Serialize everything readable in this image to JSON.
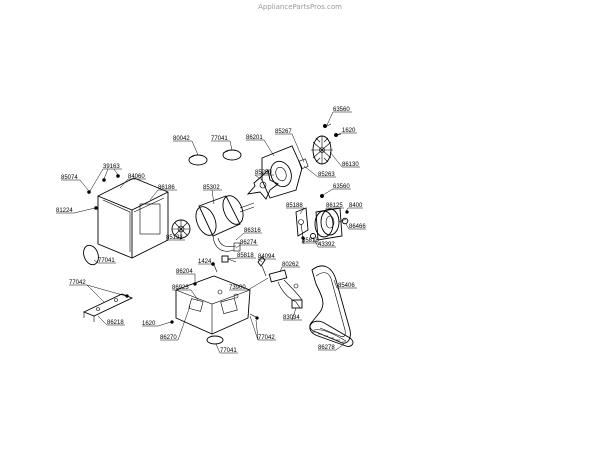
{
  "watermark": "AppliancePartsPros.com",
  "labels": {
    "l63560a": "63560",
    "l1620a": "1620",
    "l80042": "80042",
    "l77041a": "77041",
    "l86201": "86201",
    "l85267": "85267",
    "l86130": "86130",
    "l85263": "85263",
    "l39163": "39163",
    "l85074": "85074",
    "l84060": "84060",
    "l86186": "86186",
    "l85302": "85302",
    "l85250": "85250",
    "l63560b": "63560",
    "l85188": "85188",
    "l86125": "86125",
    "l8400": "8400",
    "l81224": "81224",
    "l86316": "86316",
    "l85132": "85132",
    "l86274": "86274",
    "l35818": "35818",
    "l43392": "43392",
    "l86466": "86466",
    "l77041b": "77041",
    "l85818": "85818",
    "l84094": "84094",
    "l1424": "1424",
    "l80262": "80262",
    "l86204": "86204",
    "l77042a": "77042",
    "l85406": "85406",
    "l73900": "73900",
    "l86923": "86923",
    "l86218": "86218",
    "l83034": "83034",
    "l1620b": "1620",
    "l86270": "86270",
    "l77042b": "77042",
    "l86278": "86278",
    "l77041c": "77041"
  }
}
